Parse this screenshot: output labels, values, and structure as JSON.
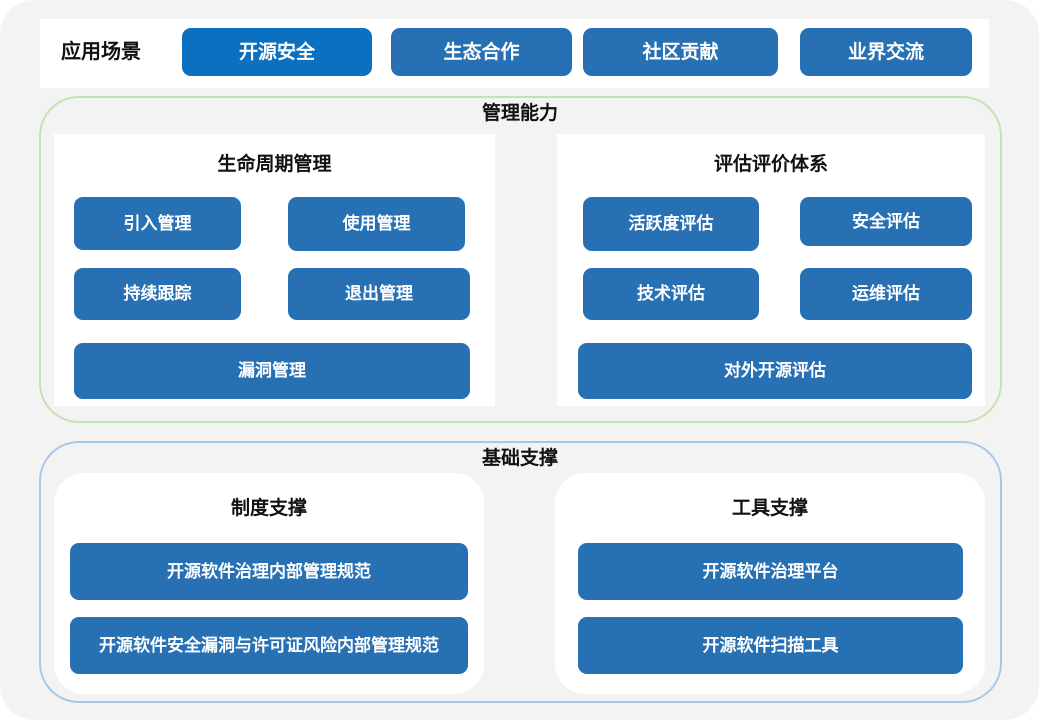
{
  "application_scenarios": {
    "label": "应用场景",
    "items": [
      "开源安全",
      "生态合作",
      "社区贡献",
      "业界交流"
    ],
    "active_index": 0
  },
  "management_capability": {
    "title": "管理能力",
    "lifecycle": {
      "title": "生命周期管理",
      "items": [
        "引入管理",
        "使用管理",
        "持续跟踪",
        "退出管理",
        "漏洞管理"
      ]
    },
    "evaluation": {
      "title": "评估评价体系",
      "items": [
        "活跃度评估",
        "安全评估",
        "技术评估",
        "运维评估",
        "对外开源评估"
      ]
    }
  },
  "foundation_support": {
    "title": "基础支撑",
    "policy": {
      "title": "制度支撑",
      "items": [
        "开源软件治理内部管理规范",
        "开源软件安全漏洞与许可证风险内部管理规范"
      ]
    },
    "tools": {
      "title": "工具支撑",
      "items": [
        "开源软件治理平台",
        "开源软件扫描工具"
      ]
    }
  },
  "colors": {
    "button_blue": "#2670b3",
    "active_blue": "#0b70bf",
    "management_border": "#c5e2b2",
    "foundation_border": "#a5c8ea",
    "background": "#f3f3f3"
  }
}
